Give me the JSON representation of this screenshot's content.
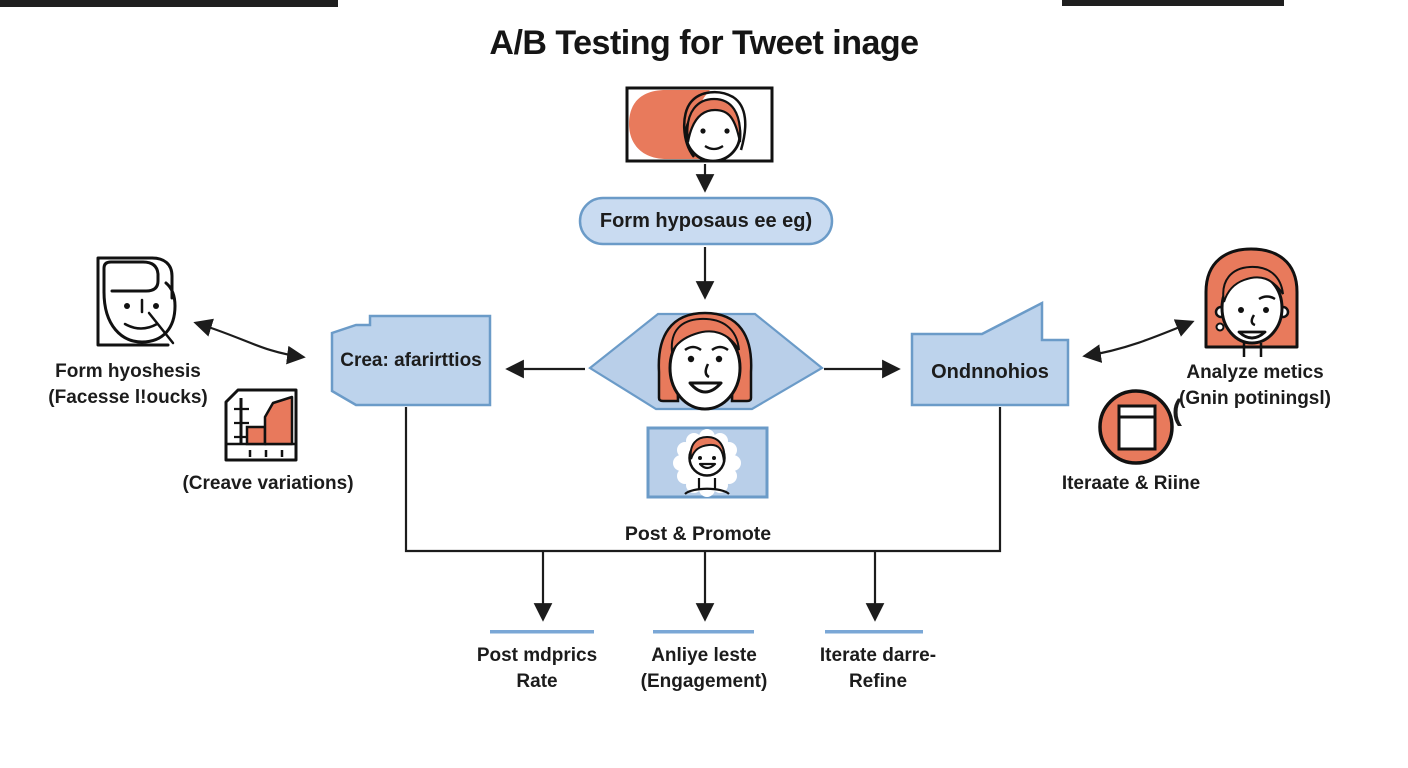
{
  "title": "A/B Testing for Tweet inage",
  "nodes": {
    "hypothesis_pill": "Form hyposaus ee eg)",
    "create_variations_box": "Crea: afarirttios",
    "post_box": "Ondnnohios"
  },
  "labels": {
    "form_hypothesis_1": "Form hyoshesis",
    "form_hypothesis_2": "(Facesse l!oucks)",
    "create_variations": "(Creave variations)",
    "analyze_metrics_1": "Analyze metics",
    "analyze_metrics_2": "(Gnin potiningsl)",
    "iterate_refine": "Iteraate & Riine",
    "post_promote": "Post & Promote",
    "stray_paren": "("
  },
  "outcomes": [
    {
      "line1": "Post mdprics",
      "line2": "Rate"
    },
    {
      "line1": "Anliye leste",
      "line2": "(Engagement)"
    },
    {
      "line1": "Iterate darre-",
      "line2": "Refine"
    }
  ],
  "icons": {
    "top": "tweet-image-banner-icon",
    "center": "woman-face-icon",
    "small_box": "profile-photo-icon",
    "left": "profile-sketch-icon",
    "chart": "bar-chart-icon",
    "right": "woman-avatar-icon",
    "circle": "browser-window-icon"
  },
  "colors": {
    "fill_blue": "#bdd3ec",
    "accent_blue": "#6b9bc8",
    "accent_orange": "#e87a5c",
    "line": "#1c1c1c",
    "underline_blue": "#7aa7d6"
  }
}
